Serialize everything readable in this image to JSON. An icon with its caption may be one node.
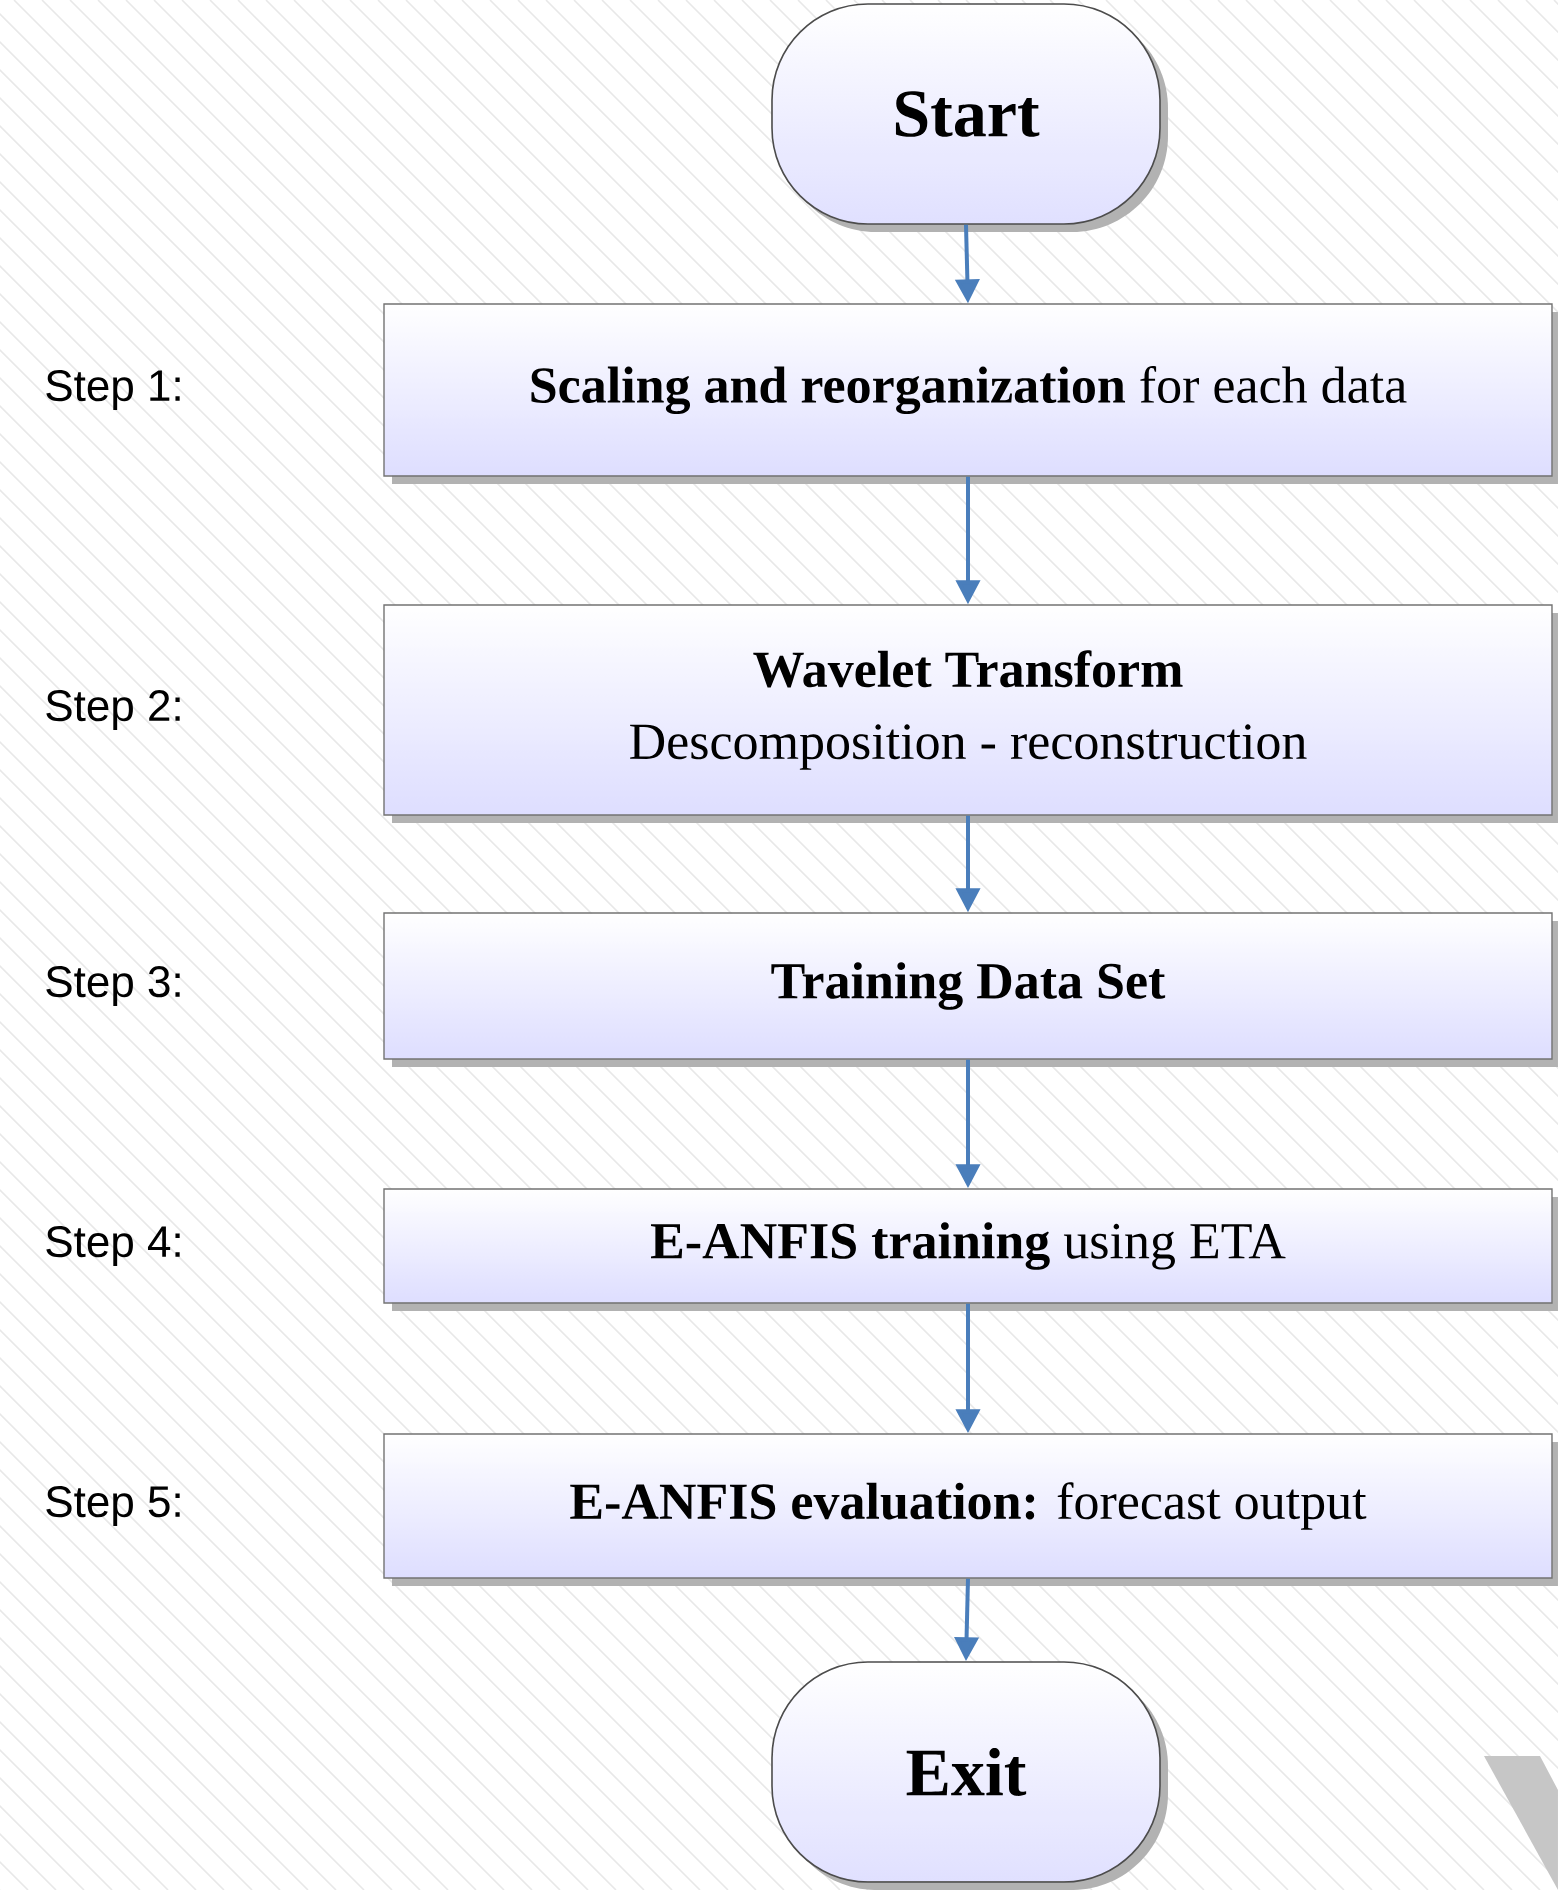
{
  "diagram": {
    "nodes": [
      {
        "text": [
          "Start"
        ]
      },
      {
        "text": [
          "**Scaling and reorganization** for each data"
        ]
      },
      {
        "text": [
          "Wavelet Transform",
          "Descomposition - reconstruction"
        ]
      },
      {
        "text": [
          "Training Data Set"
        ]
      },
      {
        "text": [
          "**E-ANFIS training** using ETA"
        ]
      },
      {
        "text": [
          "**E-ANFIS evaluation:** forecast output"
        ]
      },
      {
        "text": [
          "Exit"
        ]
      }
    ],
    "edges": [
      {
        "from": 0,
        "to": 1,
        "arrow": "to"
      },
      {
        "from": 1,
        "to": 2,
        "arrow": "to"
      },
      {
        "from": 2,
        "to": 3,
        "arrow": "to"
      },
      {
        "from": 3,
        "to": 4,
        "arrow": "to"
      },
      {
        "from": 4,
        "to": 5,
        "arrow": "to"
      },
      {
        "from": 5,
        "to": 6,
        "arrow": "to"
      }
    ],
    "labels": [
      "Step 1:",
      "Step 2:",
      "Step 3:",
      "Step 4:",
      "Step 5:"
    ]
  }
}
